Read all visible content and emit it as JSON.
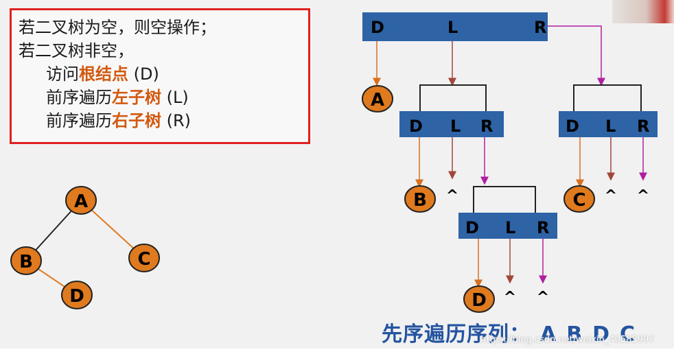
{
  "rules": {
    "line1": "若二叉树为空，则空操作；",
    "line2": "若二叉树非空，",
    "line3_prefix": "访问",
    "line3_highlight": "根结点",
    "line3_suffix": " (D)",
    "line4_prefix": "前序遍历",
    "line4_highlight": "左子树",
    "line4_suffix": " (L)",
    "line5_prefix": "前序遍历",
    "line5_highlight": "右子树",
    "line5_suffix": " (R)"
  },
  "tree": {
    "node_a": "A",
    "node_b": "B",
    "node_c": "C",
    "node_d": "D"
  },
  "bars": {
    "d": "D",
    "l": "L",
    "r": "R"
  },
  "visit_nodes": {
    "a": "A",
    "b": "B",
    "c": "C",
    "d": "D"
  },
  "null_marker": "^",
  "footer": {
    "label": "先序遍历序列：",
    "sequence": [
      "A",
      "B",
      "D",
      "C"
    ]
  },
  "watermark": "https://blog.csdn.net/weixin_40585997",
  "colors": {
    "node_fill": "#e07a1f",
    "bar_fill": "#2e63a6",
    "arrow_d": "#d8701f",
    "arrow_l": "#a0473a",
    "arrow_r": "#b01fa0",
    "highlight": "#d2590f",
    "footer_text": "#2454a0",
    "rule_border": "#e0201e"
  }
}
